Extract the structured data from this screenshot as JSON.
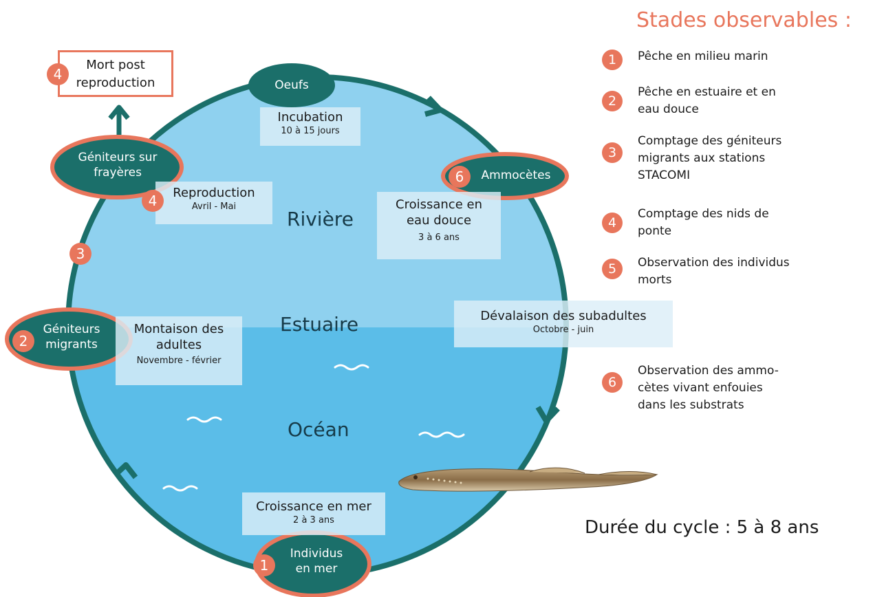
{
  "zones": {
    "river": "Rivière",
    "estuary": "Estuaire",
    "ocean": "Océan"
  },
  "nodes": {
    "eggs": "Oeufs",
    "ammocoetes": "Ammocètes",
    "spawners_on_grounds_1": "Géniteurs sur",
    "spawners_on_grounds_2": "frayères",
    "migrating_spawners_1": "Géniteurs",
    "migrating_spawners_2": "migrants",
    "individuals_sea_1": "Individus",
    "individuals_sea_2": "en mer",
    "death_1": "Mort post",
    "death_2": "reproduction"
  },
  "stages": {
    "incubation": {
      "title": "Incubation",
      "sub": "10 à 15 jours"
    },
    "reproduction": {
      "title": "Reproduction",
      "sub": "Avril - Mai"
    },
    "freshwater_growth": {
      "title1": "Croissance en",
      "title2": "eau douce",
      "sub": "3 à 6 ans"
    },
    "upstream": {
      "title1": "Montaison des",
      "title2": "adultes",
      "sub": "Novembre - février"
    },
    "downstream": {
      "title": "Dévalaison des subadultes",
      "sub": "Octobre - juin"
    },
    "sea_growth": {
      "title": "Croissance en mer",
      "sub": "2 à 3 ans"
    }
  },
  "badges": {
    "death": "4",
    "spawning": "4",
    "ammocoetes": "6",
    "migration": "3",
    "migrants": "2",
    "sea": "1"
  },
  "legend": {
    "title": "Stades observables :",
    "items": [
      {
        "num": "1",
        "lines": [
          "Pêche en milieu marin"
        ]
      },
      {
        "num": "2",
        "lines": [
          "Pêche en estuaire et en",
          "eau douce"
        ]
      },
      {
        "num": "3",
        "lines": [
          "Comptage des géniteurs",
          "migrants aux stations",
          "STACOMI"
        ]
      },
      {
        "num": "4",
        "lines": [
          "Comptage des nids de",
          "ponte"
        ]
      },
      {
        "num": "5",
        "lines": [
          "Observation des individus",
          "morts"
        ]
      },
      {
        "num": "6",
        "lines": [
          "Observation des ammo-",
          "cètes vivant enfouies",
          "dans les substrats"
        ]
      }
    ]
  },
  "duration": "Durée du cycle : 5 à 8 ans",
  "colors": {
    "ring": "#1b6f6a",
    "accent": "#e8765c",
    "river": "#8fd1ef",
    "ocean": "#5bbde8"
  }
}
